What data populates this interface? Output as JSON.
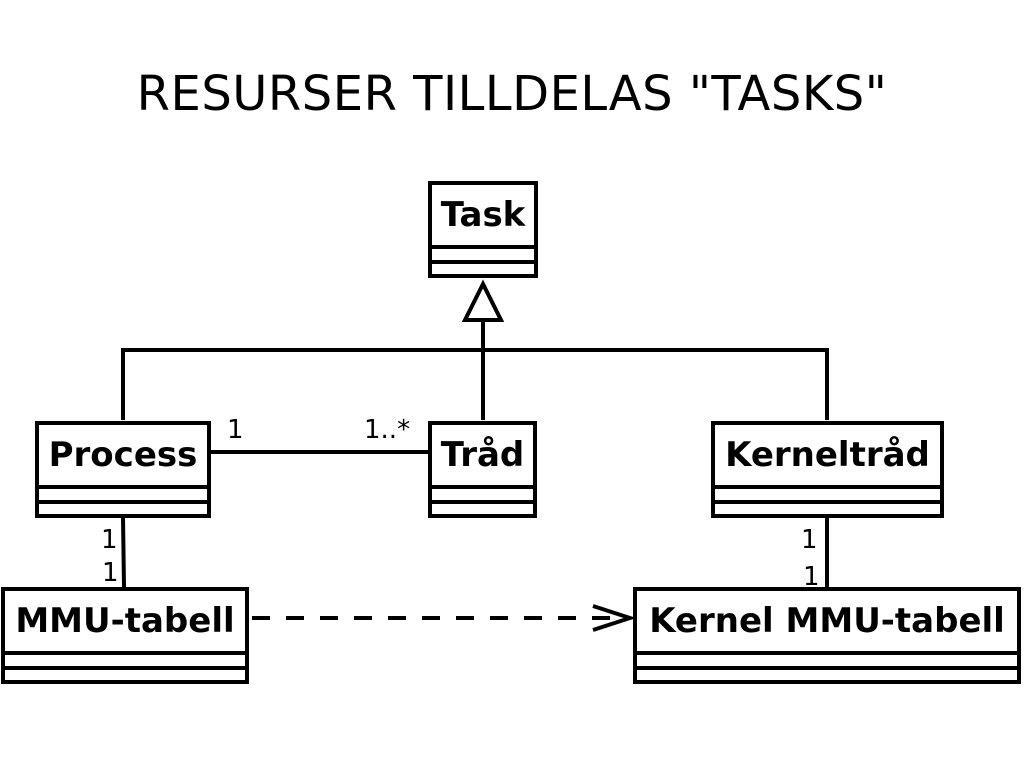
{
  "title": "RESURSER TILLDELAS \"TASKS\"",
  "classes": {
    "task": "Task",
    "process": "Process",
    "trad": "Tråd",
    "kerneltrad": "Kerneltråd",
    "mmu": "MMU-tabell",
    "kernel_mmu": "Kernel MMU-tabell"
  },
  "multiplicities": {
    "process_trad_process_end": "1",
    "process_trad_trad_end": "1..*",
    "process_mmu_top": "1",
    "process_mmu_bottom": "1",
    "kernel_mmu_top": "1",
    "kernel_mmu_bottom": "1"
  }
}
